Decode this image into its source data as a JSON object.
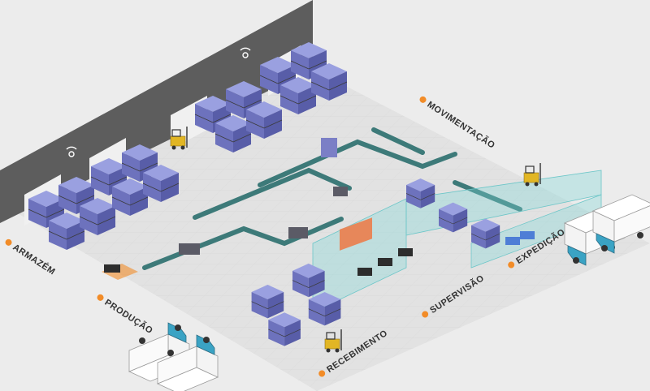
{
  "zones": [
    {
      "id": "armazem",
      "label": "ARMAZÉM"
    },
    {
      "id": "producao",
      "label": "PRODUÇÃO"
    },
    {
      "id": "movimentacao",
      "label": "MOVIMENTAÇÃO"
    },
    {
      "id": "supervisao",
      "label": "SUPERVISÃO"
    },
    {
      "id": "expedicao",
      "label": "EXPEDIÇÃO"
    },
    {
      "id": "recebimento",
      "label": "RECEBIMENTO"
    }
  ],
  "colors": {
    "floor": "#e2e2e2",
    "wall": "#5d5d5d",
    "rack": "#7b7fc6",
    "conveyor": "#4d8f8e",
    "forklift": "#e2b624",
    "marker": "#f28c28",
    "glass": "#7fd6d8"
  }
}
